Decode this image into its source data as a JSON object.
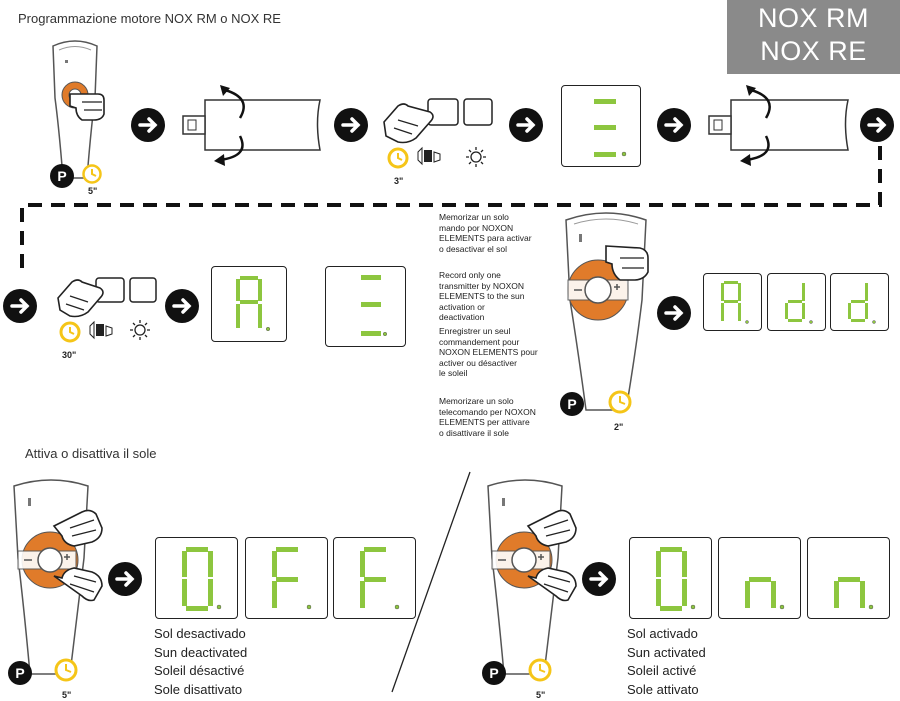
{
  "header": {
    "title": "Programmazione motore NOX RM o NOX RE",
    "model_line1": "NOX RM",
    "model_line2": "NOX RE"
  },
  "step1": {
    "hold_time": "5\"",
    "p_label": "P"
  },
  "step2": {
    "hold_time": "3\""
  },
  "step3": {
    "hold_time": "30\""
  },
  "step4": {
    "hold_time": "2\"",
    "p_label": "P"
  },
  "displays": {
    "d1": "E",
    "d2": "A",
    "d3": "E",
    "add": [
      "A",
      "d",
      "d"
    ],
    "off": [
      "O",
      "F",
      "F"
    ],
    "on": [
      "O",
      "n",
      "n"
    ]
  },
  "memorize_note": {
    "es": [
      "Memorizar un solo",
      "mando por NOXON",
      "ELEMENTS para activar",
      "o desactivar el sol"
    ],
    "en": [
      "Record only one",
      "transmitter by NOXON",
      "ELEMENTS to the sun",
      "activation or",
      "deactivation"
    ],
    "fr": [
      "Enregistrer un seul",
      "commandement pour",
      "NOXON ELEMENTS pour",
      "activer ou désactiver",
      "le soleil"
    ],
    "it": [
      "Memorizare un solo",
      "telecomando per NOXON",
      "ELEMENTS per attivare",
      "o disattivare il sole"
    ]
  },
  "section2": {
    "title": "Attiva o disattiva il sole"
  },
  "sun_off": {
    "hold_time": "5\"",
    "p_label": "P",
    "lines": [
      "Sol desactivado",
      "Sun deactivated",
      "Soleil désactivé",
      "Sole disattivato"
    ]
  },
  "sun_on": {
    "hold_time": "5\"",
    "p_label": "P",
    "lines": [
      "Sol activado",
      "Sun activated",
      "Soleil activé",
      "Sole attivato"
    ]
  },
  "colors": {
    "segment": "#8dc63f",
    "orange": "#e07b2a",
    "timer": "#f5c518",
    "badge": "#8a8a8a"
  }
}
